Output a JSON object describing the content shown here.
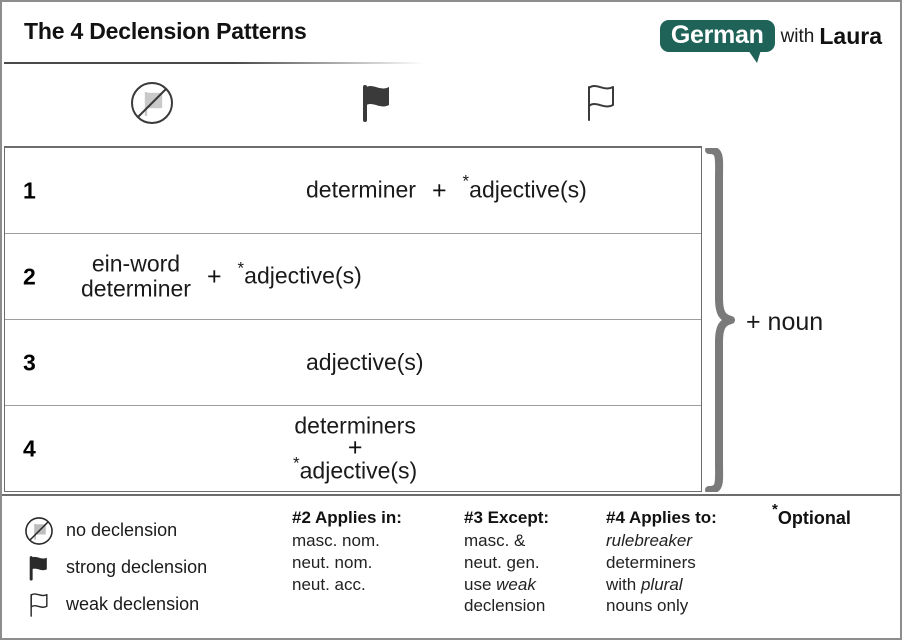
{
  "header": {
    "title": "The 4 Declension Patterns",
    "logo": {
      "bubble_text": "German",
      "with_text": "with",
      "name_text": "Laura",
      "bubble_color": "#1f6257"
    }
  },
  "flag_header": [
    {
      "icon": "no-declension-flag-icon",
      "meaning": "no declension"
    },
    {
      "icon": "strong-declension-flag-icon",
      "meaning": "strong declension"
    },
    {
      "icon": "weak-declension-flag-icon",
      "meaning": "weak declension"
    }
  ],
  "table": {
    "rows": [
      {
        "number": "1",
        "term1": "determiner",
        "plus": "+",
        "term2_star": "*",
        "term2": "adjective(s)"
      },
      {
        "number": "2",
        "term1_line1": "ein-word",
        "term1_line2": "determiner",
        "plus": "+",
        "term2_star": "*",
        "term2": "adjective(s)"
      },
      {
        "number": "3",
        "term1": "adjective(s)"
      },
      {
        "number": "4",
        "term1": "determiners",
        "plus": "+",
        "term2_star": "*",
        "term2": "adjective(s)"
      }
    ]
  },
  "brace": {
    "noun_label": "+  noun",
    "color": "#7a7a7a"
  },
  "footer": {
    "legend": [
      {
        "icon": "no-declension-flag-icon",
        "label": "no declension"
      },
      {
        "icon": "strong-declension-flag-icon",
        "label": "strong declension"
      },
      {
        "icon": "weak-declension-flag-icon",
        "label": "weak declension"
      }
    ],
    "notes": [
      {
        "heading": "#2 Applies in:",
        "lines": [
          "masc. nom.",
          "neut. nom.",
          "neut. acc."
        ]
      },
      {
        "heading": "#3 Except:",
        "lines": [
          "masc. &",
          "neut. gen.",
          "use weak",
          "declension"
        ],
        "italic_words": [
          "weak"
        ]
      },
      {
        "heading": "#4 Applies to:",
        "lines": [
          "rulebreaker",
          "determiners",
          "with plural",
          "nouns only"
        ],
        "italic_words": [
          "rulebreaker",
          "plural"
        ]
      }
    ],
    "optional_star": "*",
    "optional_label": "Optional"
  }
}
